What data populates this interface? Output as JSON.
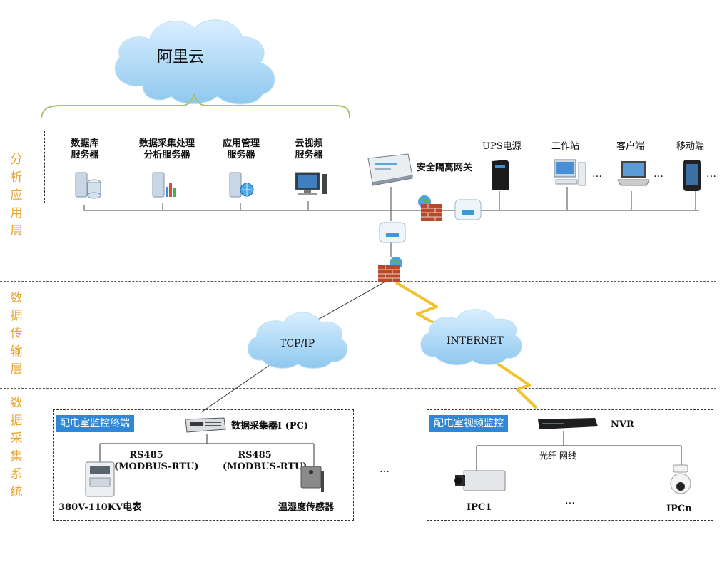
{
  "cloud_top": {
    "label": "阿里云"
  },
  "layers": [
    {
      "label": "分析应用层"
    },
    {
      "label": "数据传输层"
    },
    {
      "label": "数据采集系统"
    }
  ],
  "servers": [
    {
      "line1": "数据库",
      "line2": "服务器",
      "icon": "database-server-icon"
    },
    {
      "line1": "数据采集处理",
      "line2": "分析服务器",
      "icon": "analytics-server-icon"
    },
    {
      "line1": "应用管理",
      "line2": "服务器",
      "icon": "app-server-icon"
    },
    {
      "line1": "云视频",
      "line2": "服务器",
      "icon": "video-server-icon"
    }
  ],
  "gateway": {
    "label": "安全隔离网关"
  },
  "clients": [
    {
      "label": "UPS电源"
    },
    {
      "label": "工作站"
    },
    {
      "label": "客户端"
    },
    {
      "label": "移动端"
    }
  ],
  "ellipsis": "…",
  "transport": {
    "tcp_label": "TCP/IP",
    "internet_label": "INTERNET"
  },
  "monitor_box": {
    "title": "配电室监控终端",
    "collector": "数据采集器I (PC)",
    "rs485_left": {
      "line1": "RS485",
      "line2": "(MODBUS-RTU)"
    },
    "rs485_right": {
      "line1": "RS485",
      "line2": "(MODBUS-RTU)"
    },
    "meter": "380V-110KV电表",
    "sensor": "温湿度传感器"
  },
  "middle_dots": "…",
  "video_box": {
    "title": "配电室视频监控",
    "nvr": "NVR",
    "fiber": "光纤 网线",
    "ipc1": "IPC1",
    "ipcn": "IPCn",
    "dots": "…"
  },
  "colors": {
    "layer_label": "#e8a530",
    "tag_bg": "#2f87d8",
    "lightning": "#f2c230"
  }
}
